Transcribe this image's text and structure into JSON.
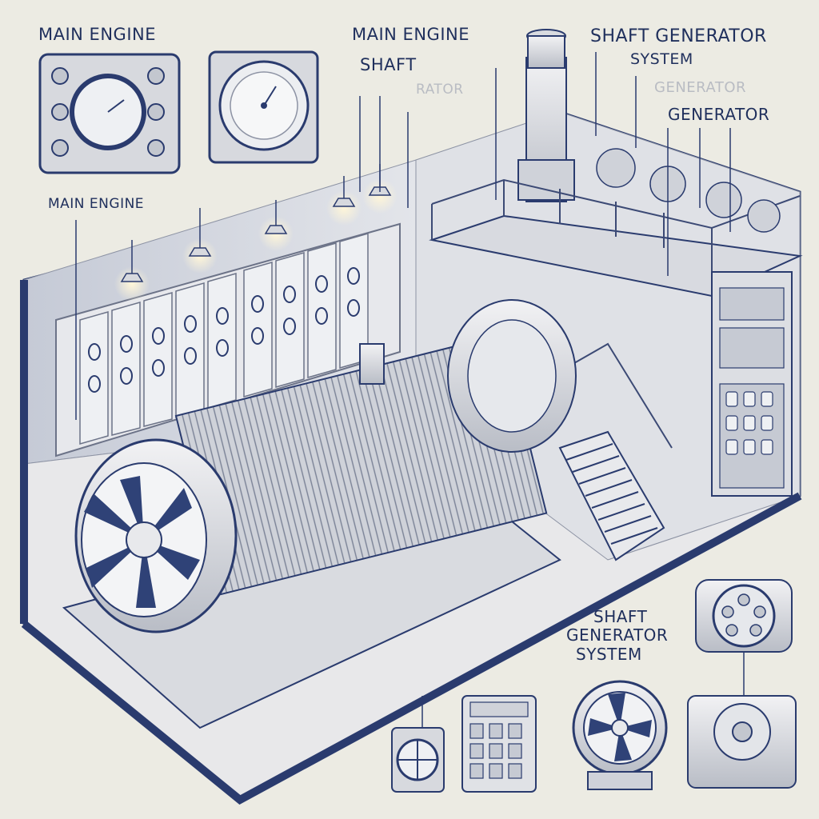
{
  "labels": {
    "main_engine_top": "MAIN ENGINE",
    "main_engine_shaft": [
      "MAIN ENGINE",
      "SHAFT"
    ],
    "shaft_generator_system_top": [
      "SHAFT GENERATOR",
      "SYSTEM"
    ],
    "generator": "GENERATOR",
    "faint_generator": "GENERATOR",
    "faint_rator": "RATOR",
    "main_engine_left": "MAIN ENGINE",
    "shaft_generator_system_bottom": [
      "SHAFT",
      "GENERATOR",
      "SYSTEM"
    ]
  },
  "colors": {
    "background": "#ecebe3",
    "ink": "#1f2f5c",
    "navy_accent": "#2a3b6e",
    "metal": "#d9dbe0",
    "panel": "#e2e3e6"
  },
  "icons": [
    "gauge-panel-icon",
    "dial-gauge-icon",
    "fan-icon",
    "control-panel-icon",
    "generator-icon"
  ]
}
